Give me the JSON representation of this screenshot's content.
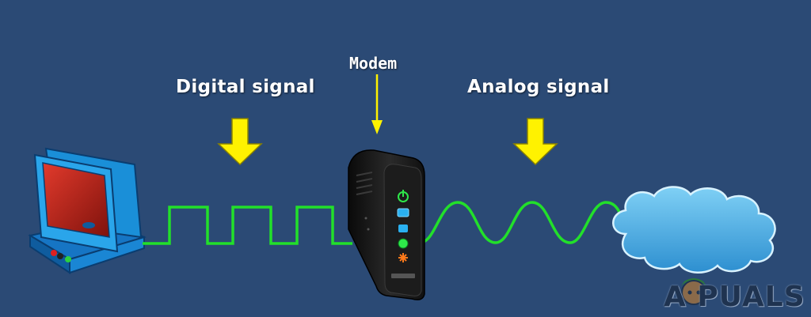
{
  "labels": {
    "digital": "Digital signal",
    "modem": "Modem",
    "analog": "Analog signal"
  },
  "watermark": "A PUALS",
  "colors": {
    "background": "#2b4a75",
    "signal": "#22e02a",
    "arrow": "#fff200",
    "computer": "#1a9be0",
    "screen": "#c2221a",
    "modem": "#161616",
    "cloud": "#4bb0e6"
  },
  "modem_leds": [
    "power-icon",
    "ethernet-icon",
    "usb-icon",
    "online-icon",
    "wireless-icon"
  ]
}
